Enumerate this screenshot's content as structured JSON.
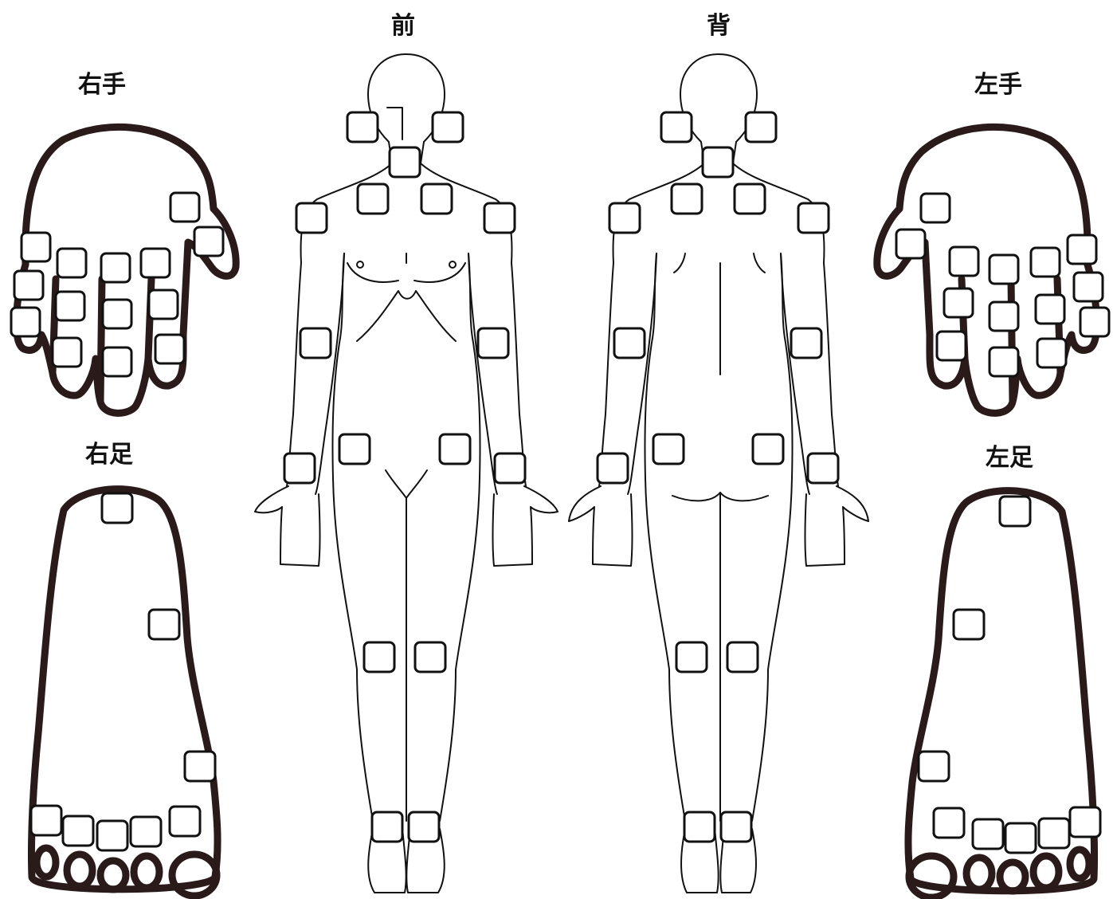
{
  "labels": {
    "front": "前",
    "back": "背",
    "right_hand": "右手",
    "left_hand": "左手",
    "right_foot": "右足",
    "left_foot": "左足"
  },
  "colors": {
    "outline": "#111111",
    "thick_outline": "#2a1a1a",
    "background": "#ffffff"
  }
}
